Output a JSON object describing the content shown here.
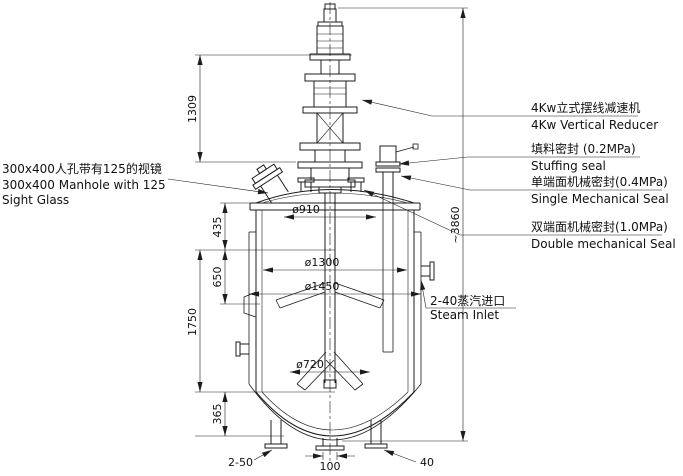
{
  "callouts": {
    "manhole": {
      "cn": "300x400人孔带有125的视镜",
      "en_line1": "300x400 Manhole with 125",
      "en_line2": "Sight Glass"
    },
    "reducer": {
      "cn": "4Kw立式摆线减速机",
      "en": "4Kw Vertical Reducer"
    },
    "stuffing_seal": {
      "cn": "填料密封 (0.2MPa)",
      "en": "Stuffing seal"
    },
    "single_mech_seal": {
      "cn": "单端面机械密封(0.4MPa)",
      "en": "Single Mechanical Seal"
    },
    "double_mech_seal": {
      "cn": "双端面机械密封(1.0MPa)",
      "en": "Double mechanical Seal"
    },
    "steam_inlet": {
      "cn": "2-40蒸汽进口",
      "en": "Steam Inlet"
    }
  },
  "dims": {
    "reducer_height": "1309",
    "head_435": "435",
    "sec_650": "650",
    "shell_1750": "1750",
    "bottom_365": "365",
    "overall": "~3860",
    "dia910": "ø910",
    "dia1300": "ø1300",
    "dia1450": "ø1450",
    "dia720": "ø720",
    "noz_2_50": "2-50",
    "noz_100": "100",
    "noz_40": "40"
  },
  "colors": {
    "line": "#1c1c1c",
    "bg": "#ffffff"
  }
}
